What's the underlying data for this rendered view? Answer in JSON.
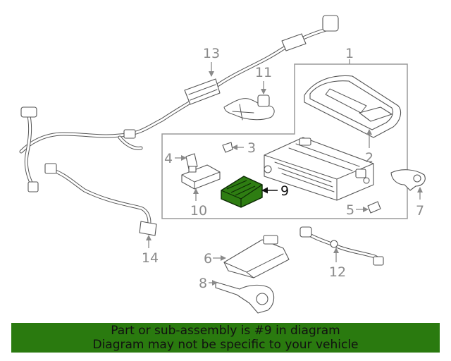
{
  "diagram": {
    "callouts": [
      {
        "id": "1",
        "text": "1"
      },
      {
        "id": "2",
        "text": "2"
      },
      {
        "id": "3",
        "text": "3"
      },
      {
        "id": "4",
        "text": "4"
      },
      {
        "id": "5",
        "text": "5"
      },
      {
        "id": "6",
        "text": "6"
      },
      {
        "id": "7",
        "text": "7"
      },
      {
        "id": "8",
        "text": "8"
      },
      {
        "id": "9",
        "text": "9"
      },
      {
        "id": "10",
        "text": "10"
      },
      {
        "id": "11",
        "text": "11"
      },
      {
        "id": "12",
        "text": "12"
      },
      {
        "id": "13",
        "text": "13"
      },
      {
        "id": "14",
        "text": "14"
      }
    ],
    "highlighted_part": "9",
    "colors": {
      "highlight_fill": "#2e7d12",
      "banner": "#2a7a0f",
      "callout_text": "#8a8a8a",
      "line_art": "#555555"
    }
  },
  "banner": {
    "line1": "Part or sub-assembly is #9 in diagram",
    "line2": "Diagram may not be specific to your vehicle"
  }
}
